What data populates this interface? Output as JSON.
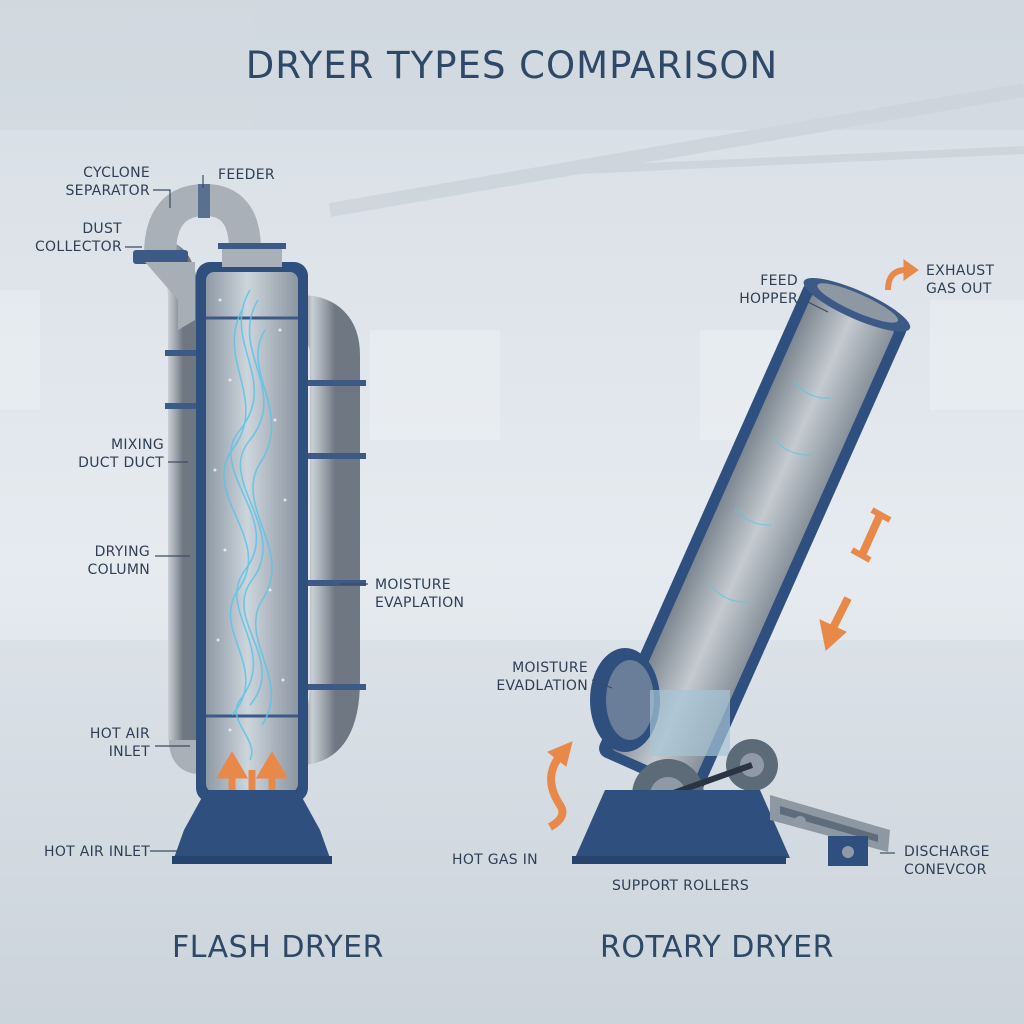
{
  "title": "DRYER TYPES COMPARISON",
  "flash": {
    "caption": "FLASH DRYER",
    "labels": {
      "cyclone_1": "CYCLONE",
      "cyclone_2": "SEPARATOR",
      "feeder": "FEEDER",
      "dust_1": "DUST",
      "dust_2": "COLLECTOR",
      "mixing_1": "MIXING",
      "mixing_2": "DUCT DUCT",
      "drying_1": "DRYING",
      "drying_2": "COLUMN",
      "moisture_1": "MOISTURE",
      "moisture_2": "EVAPLATION",
      "hot_air_1": "HOT AIR",
      "hot_air_2": "INLET",
      "hot_air_bottom": "HOT AIR INLET"
    }
  },
  "rotary": {
    "caption": "ROTARY DRYER",
    "labels": {
      "feed_1": "FEED",
      "feed_2": "HOPPER",
      "exhaust_1": "EXHAUST",
      "exhaust_2": "GAS OUT",
      "moisture_1": "MOISTURE",
      "moisture_2": "EVADLATION",
      "hot_gas": "HOT GAS IN",
      "support": "SUPPORT ROLLERS",
      "discharge_1": "DISCHARGE",
      "discharge_2": "CONEVCOR"
    }
  },
  "colors": {
    "steel": "#9aa3ad",
    "frame_blue": "#2f4f7f",
    "flow_cyan": "#5ec4e6",
    "heat_orange": "#e8894a"
  }
}
